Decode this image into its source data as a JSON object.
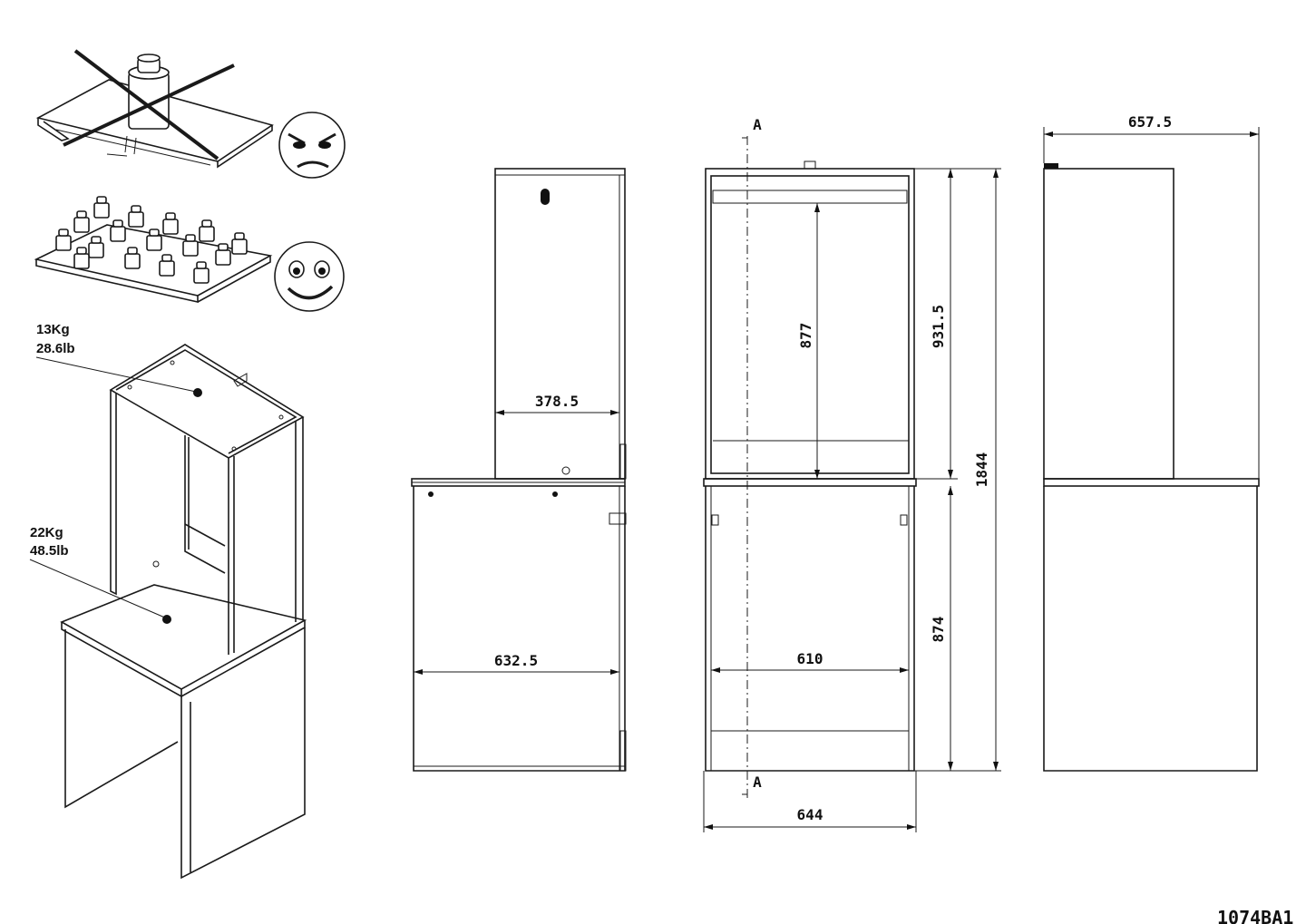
{
  "weights": {
    "top": {
      "kg": "13Kg",
      "lb": "28.6lb"
    },
    "bottom": {
      "kg": "22Kg",
      "lb": "48.5lb"
    }
  },
  "dimensions": {
    "side_top_depth": "378.5",
    "side_bottom_depth": "632.5",
    "front_inner_height_upper": "877",
    "front_inner_width_lower": "610",
    "front_total_width": "644",
    "upper_height": "931.5",
    "lower_height": "874",
    "total_height": "1844",
    "rear_overall_depth": "657.5"
  },
  "section_marker": "A",
  "drawing_code": "1074BA1",
  "icons": {
    "load_wrong": "concentrated-load-crossed-icon",
    "load_right": "distributed-load-icon",
    "angry_face": "angry-face-icon",
    "happy_face": "happy-face-icon"
  }
}
